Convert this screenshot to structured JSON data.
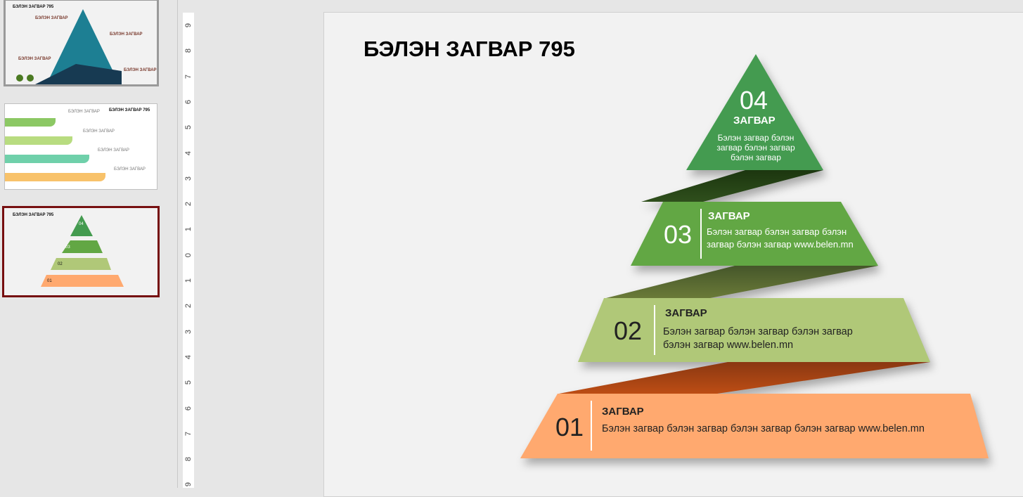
{
  "thumbnails": [
    {
      "title": "БЭЛЭН ЗАГВАР 795",
      "labels": [
        "БЭЛЭН ЗАГВАР",
        "БЭЛЭН ЗАГВАР",
        "БЭЛЭН ЗАГВАР",
        "БЭЛЭН ЗАГВАР"
      ]
    },
    {
      "title": "БЭЛЭН ЗАГВАР 795",
      "labels": [
        "БЭЛЭН ЗАГВАР",
        "БЭЛЭН ЗАГВАР",
        "БЭЛЭН ЗАГВАР",
        "БЭЛЭН ЗАГВАР"
      ]
    },
    {
      "title": "БЭЛЭН ЗАГВАР 795",
      "nums": [
        "04",
        "03",
        "02",
        "01"
      ]
    }
  ],
  "ruler": [
    "9",
    "8",
    "7",
    "6",
    "5",
    "4",
    "3",
    "2",
    "1",
    "0",
    "1",
    "2",
    "3",
    "4",
    "5",
    "6",
    "7",
    "8",
    "9"
  ],
  "slide": {
    "title": "БЭЛЭН ЗАГВАР 795",
    "levels": [
      {
        "num": "04",
        "heading": "ЗАГВАР",
        "text": "Бэлэн загвар бэлэн загвар бэлэн загвар бэлэн загвар",
        "color": "#449b50"
      },
      {
        "num": "03",
        "heading": "ЗАГВАР",
        "text": "Бэлэн загвар бэлэн загвар бэлэн загвар бэлэн загвар  www.belen.mn",
        "color": "#62a744"
      },
      {
        "num": "02",
        "heading": "ЗАГВАР",
        "text": "Бэлэн загвар бэлэн загвар бэлэн загвар бэлэн загвар  www.belen.mn",
        "color": "#b0c878"
      },
      {
        "num": "01",
        "heading": "ЗАГВАР",
        "text": "Бэлэн загвар бэлэн загвар бэлэн загвар бэлэн загвар  www.belen.mn",
        "color": "#ffa96f"
      }
    ]
  }
}
